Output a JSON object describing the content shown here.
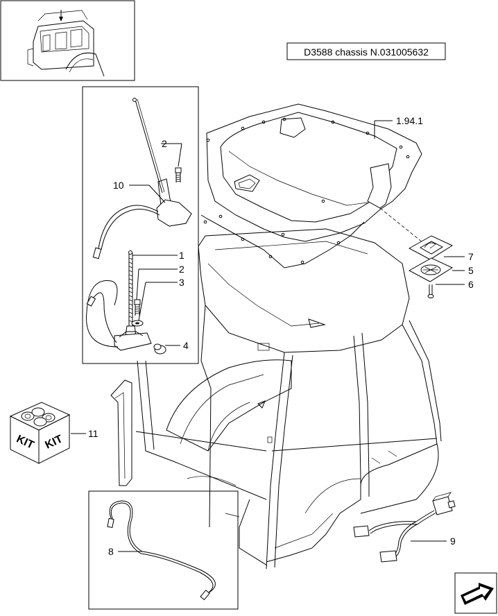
{
  "header": {
    "chassis_label": "D3588 chassis N.031005632"
  },
  "callouts": {
    "ref_group": "1.94.1",
    "c1": "1",
    "c2_top": "2",
    "c2_mid": "2",
    "c3": "3",
    "c4": "4",
    "c5": "5",
    "c6": "6",
    "c7": "7",
    "c8": "8",
    "c9": "9",
    "c10": "10",
    "c11": "11"
  },
  "kit": {
    "left": "KIT",
    "right": "KIT"
  }
}
